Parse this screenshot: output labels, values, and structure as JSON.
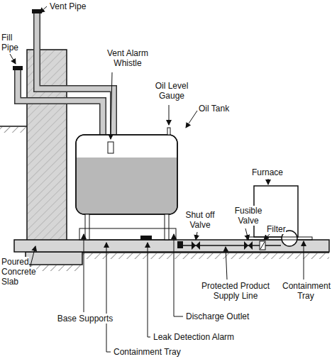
{
  "diagram": {
    "labels": [
      "Vent Pipe",
      "Fill Pipe",
      "Vent Alarm Whistle",
      "Oil Level Gauge",
      "Oil Tank",
      "Furnace",
      "Fusible Valve",
      "Filter",
      "Shut off Valve",
      "Poured Concrete Slab",
      "Base Supports",
      "Protected Product Supply Line",
      "Containment Tray",
      "Discharge Outlet",
      "Leak Detection Alarm",
      "Containment Tray"
    ]
  }
}
